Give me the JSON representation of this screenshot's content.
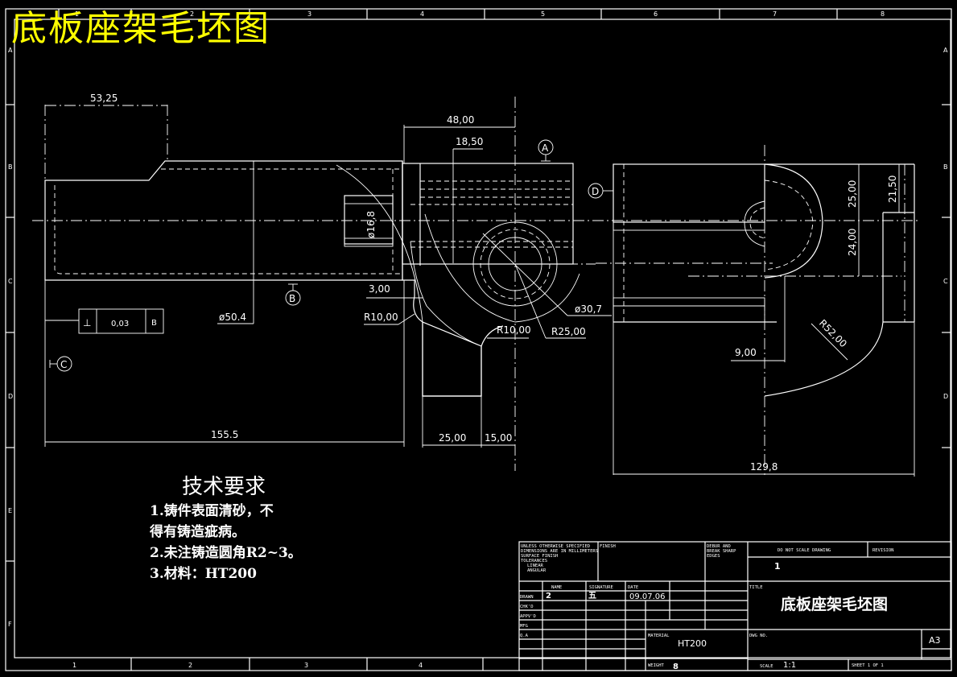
{
  "drawing": {
    "title": "底板座架毛坯图",
    "title_color": "#ffff00",
    "line_color": "#ffffff",
    "background": "#000000",
    "column_markers": [
      "1",
      "2",
      "3",
      "4",
      "5",
      "6",
      "7",
      "8"
    ],
    "row_markers": [
      "A",
      "B",
      "C",
      "D",
      "E",
      "F"
    ],
    "bottom_column_markers": [
      "1",
      "2",
      "3",
      "4"
    ]
  },
  "dimensions": {
    "d1": "53,25",
    "d2": "48,00",
    "d3": "18,50",
    "d4": "ø16,8",
    "d5": "3,00",
    "d6": "R10,00",
    "d7": "R10,00",
    "d8": "R25,00",
    "d9": "ø30,7",
    "d10": "ø50.4",
    "d11": "155.5",
    "d12": "25,00",
    "d13": "15,00",
    "d14": "25,00",
    "d15": "24,00",
    "d16": "21,50",
    "d17": "R52,00",
    "d18": "9,00",
    "d19": "129,8"
  },
  "datums": {
    "a": "A",
    "b": "B",
    "c": "C",
    "d": "D"
  },
  "tolerance_frame": {
    "symbol": "⊥",
    "value": "0,03",
    "datum": "B"
  },
  "tech_requirements": {
    "heading": "技术要求",
    "lines": [
      "1.铸件表面清砂，不",
      "得有铸造疵病。",
      "2.未注铸造圆角R2~3。",
      "3.材料：HT200"
    ]
  },
  "title_block": {
    "general_note": [
      "UNLESS OTHERWISE SPECIFIED",
      "DIMENSIONS ARE IN MILLIMETERS",
      "SURFACE FINISH",
      "TOLERANCES",
      "LINEAR",
      "ANGULAR"
    ],
    "finish_label": "FINISH",
    "deburr_label": [
      "DEBUR AND",
      "BREAK SHARP",
      "EDGES"
    ],
    "do_not_scale": "DO NOT SCALE DRAWING",
    "revision_label": "REVISION",
    "revision_value": "1",
    "col_name": "NAME",
    "col_signature": "SIGNATURE",
    "col_date": "DATE",
    "rows": [
      "DRAWN",
      "CHK'D",
      "APPV'D",
      "MFG",
      "Q.A"
    ],
    "drawn_name": "2",
    "drawn_signature": "五",
    "drawn_date": "09.07.06",
    "material_label": "MATERIAL",
    "material_value": "HT200",
    "weight_label": "WEIGHT",
    "weight_value": "8",
    "title_label": "TITLE",
    "title_value": "底板座架毛坯图",
    "dwg_no_label": "DWG NO.",
    "size": "A3",
    "scale_label": "SCALE",
    "scale_value": "1:1",
    "sheet": "SHEET 1 OF 1"
  }
}
